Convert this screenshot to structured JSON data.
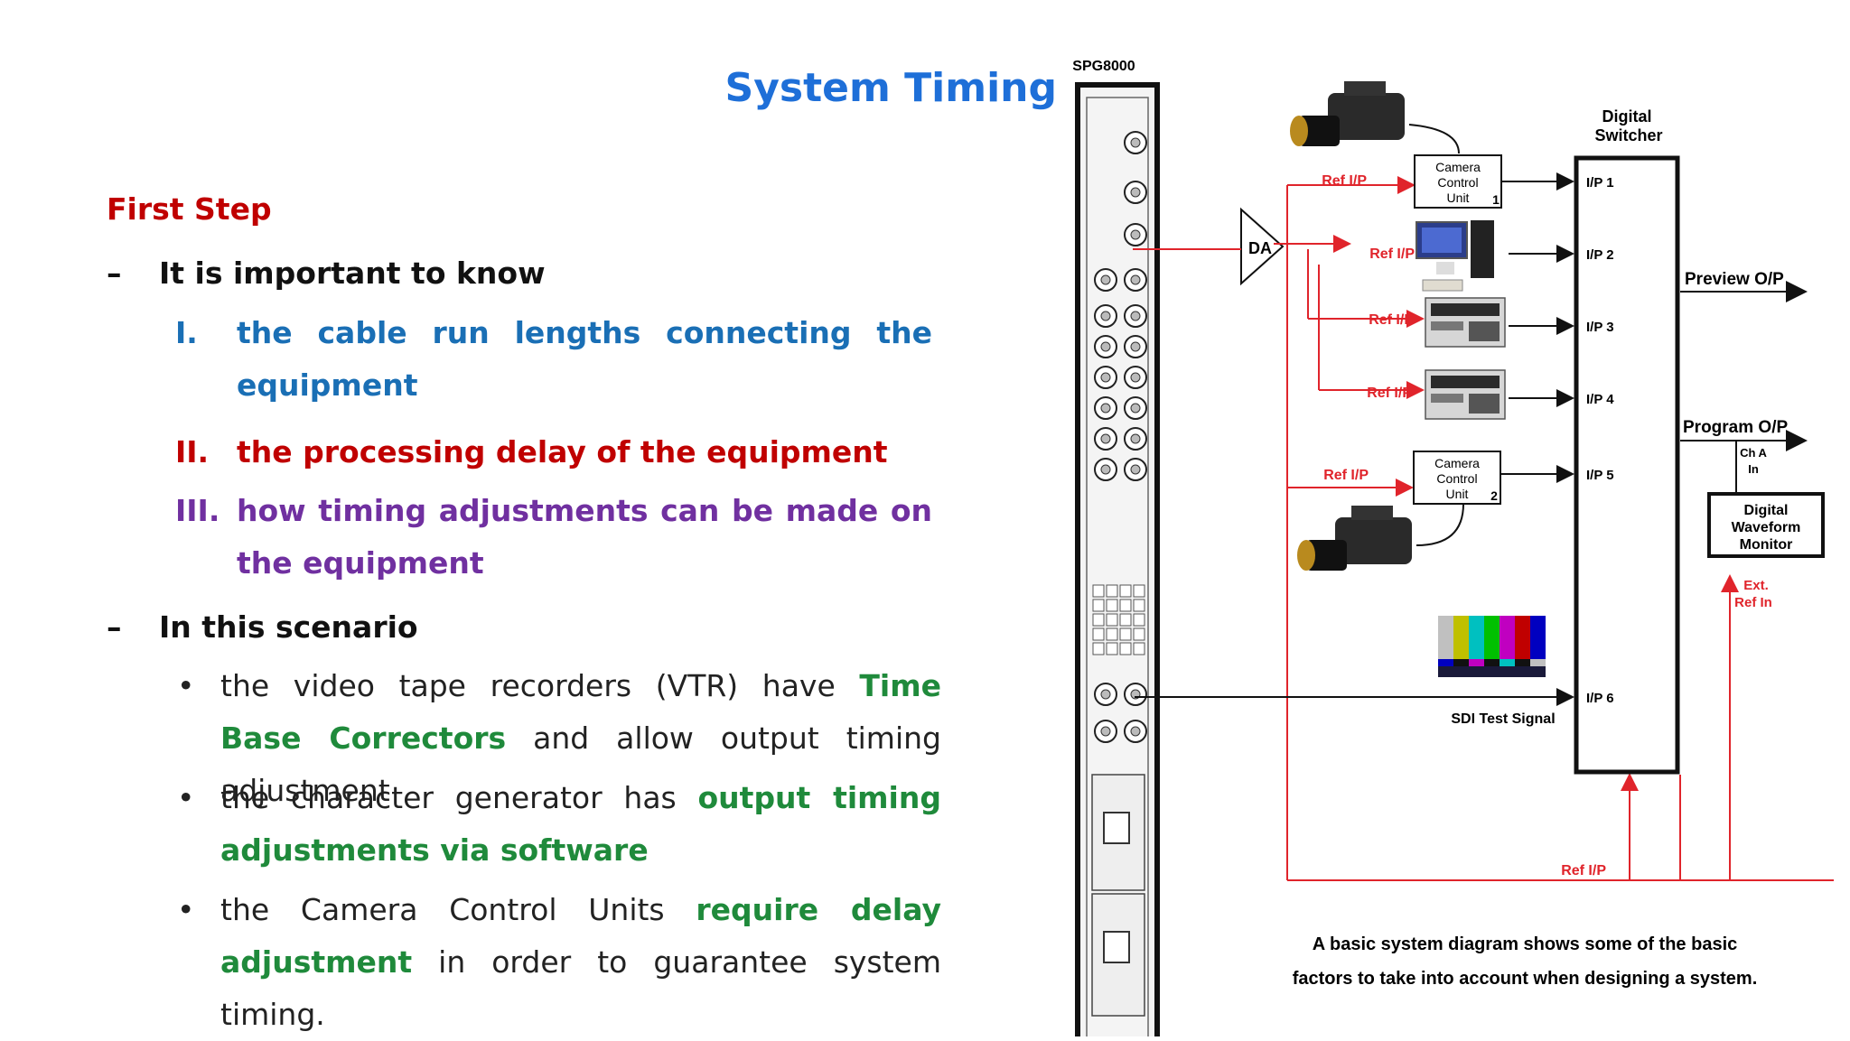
{
  "slide": {
    "title": "System Timing"
  },
  "content": {
    "first_step": "First Step",
    "point1": {
      "dash": "–",
      "text": "It is important to know",
      "items": [
        {
          "num": "I.",
          "text": "the cable run lengths connecting the equipment"
        },
        {
          "num": "II.",
          "text": "the processing delay of the equipment"
        },
        {
          "num": "III.",
          "text": "how timing adjustments can be made on the equipment"
        }
      ]
    },
    "point2": {
      "dash": "–",
      "text": "In this scenario",
      "bullets": [
        {
          "mark": "•",
          "a": "the video tape recorders (VTR) have ",
          "b": "Time Base Correctors",
          "c": " and allow output timing adjustment"
        },
        {
          "mark": "•",
          "a": "the character generator has ",
          "b": "output timing adjustments via software",
          "c": ""
        },
        {
          "mark": "•",
          "a": "the Camera Control Units ",
          "b": "require delay adjustment",
          "c": " in order to guarantee system timing."
        }
      ]
    }
  },
  "diagram": {
    "spg_label": "SPG8000",
    "da_label": "DA",
    "switcher_title_1": "Digital",
    "switcher_title_2": "Switcher",
    "inputs": [
      "I/P 1",
      "I/P 2",
      "I/P 3",
      "I/P 4",
      "I/P 5",
      "I/P 6"
    ],
    "ref_ip": "Ref I/P",
    "ccu1": {
      "l1": "Camera",
      "l2": "Control",
      "l3": "Unit",
      "n": "1"
    },
    "ccu2": {
      "l1": "Camera",
      "l2": "Control",
      "l3": "Unit",
      "n": "2"
    },
    "preview": "Preview O/P",
    "program": "Program O/P",
    "ch_a_1": "Ch A",
    "ch_a_2": "In",
    "wfm": {
      "l1": "Digital",
      "l2": "Waveform",
      "l3": "Monitor"
    },
    "ext_ref_1": "Ext.",
    "ext_ref_2": "Ref In",
    "sdi": "SDI Test Signal",
    "caption_1": "A basic system diagram shows some of the basic",
    "caption_2": "factors to take into account when designing a system.",
    "colors": {
      "ref": "#e0242b",
      "signal": "#111111",
      "accent": "#1e6fd8"
    }
  }
}
